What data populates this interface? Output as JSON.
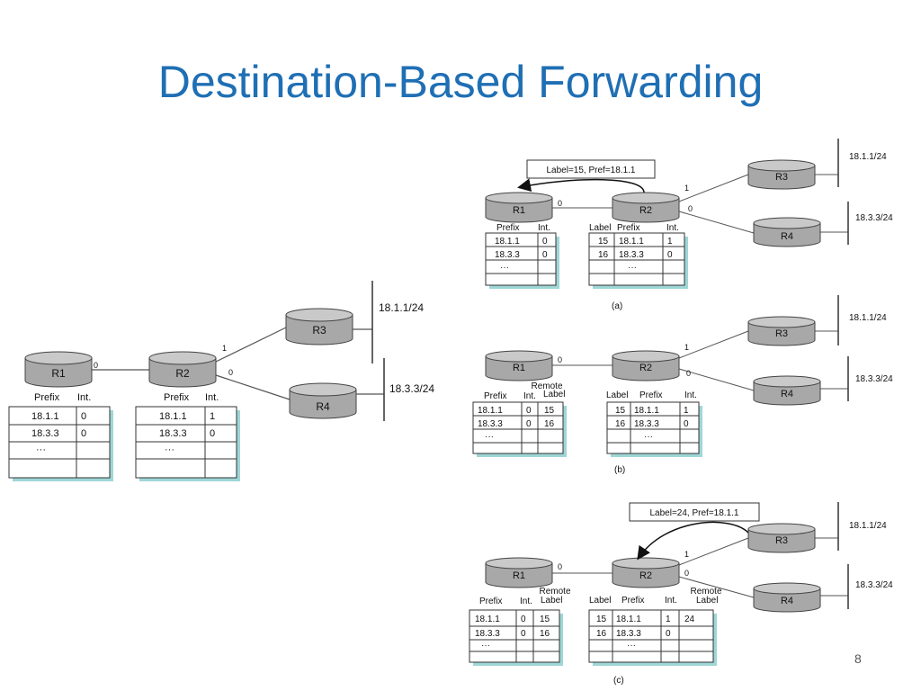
{
  "slide": {
    "title": "Destination-Based Forwarding",
    "page_number": "8"
  },
  "routers": {
    "r1": "R1",
    "r2": "R2",
    "r3": "R3",
    "r4": "R4"
  },
  "prefixes": {
    "p1": "18.1.1/24",
    "p2": "18.3.3/24"
  },
  "ports": {
    "zero": "0",
    "one": "1"
  },
  "headers": {
    "prefix": "Prefix",
    "int": "Int.",
    "label": "Label",
    "remote": "Remote",
    "remote_label": "Label"
  },
  "entries": {
    "e1": "18.1.1",
    "e2": "18.3.3",
    "ellipsis": "···"
  },
  "values": {
    "v0": "0",
    "v1": "1",
    "v15": "15",
    "v16": "16",
    "v24": "24"
  },
  "messages": {
    "a": "Label=15, Pref=18.1.1",
    "c": "Label=24, Pref=18.1.1"
  },
  "captions": {
    "a": "(a)",
    "b": "(b)",
    "c": "(c)"
  },
  "colors": {
    "title": "#1f6fb4",
    "router_fill": "#a8a8a8",
    "router_top": "#c9c9c9",
    "table_shadow": "#9fd6d6"
  }
}
